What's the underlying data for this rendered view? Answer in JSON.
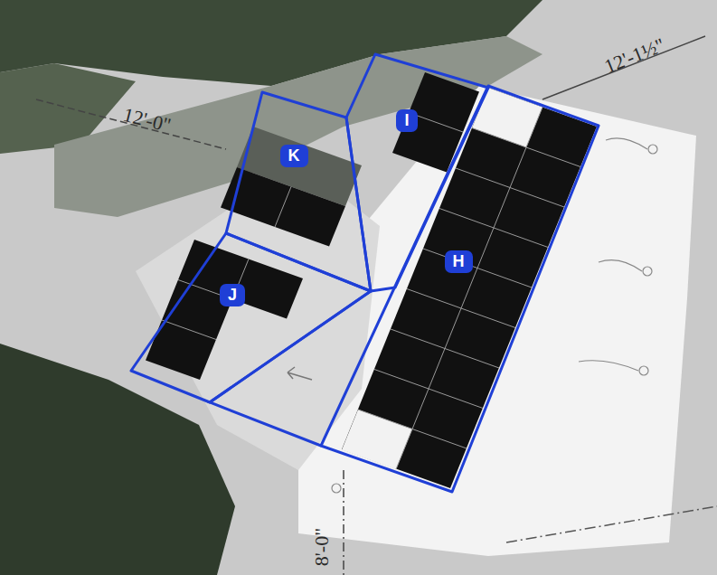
{
  "diagram": {
    "nodes": [
      {
        "text": [
          "I"
        ]
      },
      {
        "text": [
          "K"
        ]
      },
      {
        "text": [
          "H"
        ]
      },
      {
        "text": [
          "J"
        ]
      }
    ],
    "labels": [
      "12'-0\"",
      "12'-1½\"",
      "8'-0\""
    ]
  }
}
